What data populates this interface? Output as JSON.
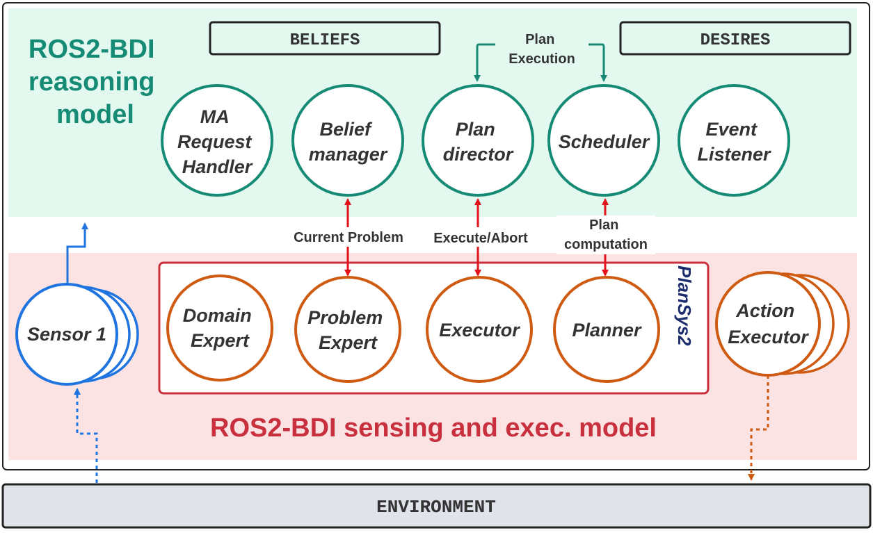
{
  "colors": {
    "teal": "#158a74",
    "teal_fill": "#e3f9ef",
    "red": "#c8303e",
    "red_fill": "#fbe3e3",
    "orange": "#cf5a12",
    "blue": "#1f74e0",
    "arrow_red": "#e3121a",
    "plansys_blue": "#1c2d6e",
    "env_fill": "#e0e3ea"
  },
  "reasoning": {
    "title_lines": [
      "ROS2-BDI",
      "reasoning",
      "model"
    ],
    "beliefs_label": "BELIEFS",
    "desires_label": "DESIRES",
    "plan_execution_lines": [
      "Plan",
      "Execution"
    ],
    "nodes": [
      {
        "name": "ma-request-handler-node",
        "lines": [
          "MA",
          "Request",
          "Handler"
        ]
      },
      {
        "name": "belief-manager-node",
        "lines": [
          "Belief",
          "manager"
        ]
      },
      {
        "name": "plan-director-node",
        "lines": [
          "Plan",
          "director"
        ]
      },
      {
        "name": "scheduler-node",
        "lines": [
          "Scheduler"
        ]
      },
      {
        "name": "event-listener-node",
        "lines": [
          "Event",
          "Listener"
        ]
      }
    ]
  },
  "connections": {
    "current_problem": "Current Problem",
    "execute_abort": "Execute/Abort",
    "plan_computation_lines": [
      "Plan",
      "computation"
    ]
  },
  "sensing": {
    "title": "ROS2-BDI sensing and exec. model",
    "plansys_logo": "PlanSys2",
    "sensor_label": "Sensor 1",
    "action_executor_lines": [
      "Action",
      "Executor"
    ],
    "nodes": [
      {
        "name": "domain-expert-node",
        "lines": [
          "Domain",
          "Expert"
        ]
      },
      {
        "name": "problem-expert-node",
        "lines": [
          "Problem",
          "Expert"
        ]
      },
      {
        "name": "executor-node",
        "lines": [
          "Executor"
        ]
      },
      {
        "name": "planner-node",
        "lines": [
          "Planner"
        ]
      }
    ]
  },
  "environment": {
    "label": "ENVIRONMENT"
  }
}
